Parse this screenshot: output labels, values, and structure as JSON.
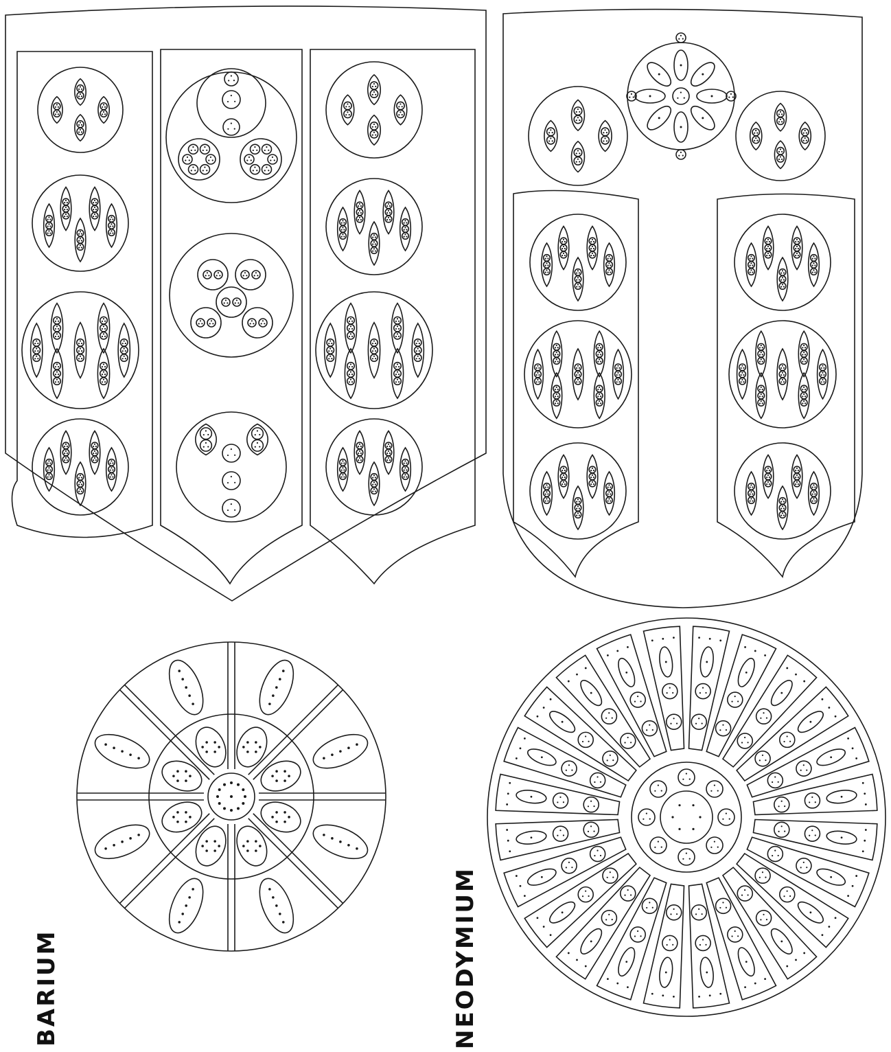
{
  "labels": {
    "barium": "BARIUM",
    "neodymium": "NEODYMIUM"
  },
  "colors": {
    "ink": "#1a1a1a",
    "paper": "#ffffff"
  },
  "figures": [
    {
      "name": "barium-shield",
      "element": "BARIUM",
      "view": "side elevation"
    },
    {
      "name": "barium-rosette",
      "element": "BARIUM",
      "view": "cross section",
      "spokes": 8
    },
    {
      "name": "neodymium-shield",
      "element": "NEODYMIUM",
      "view": "side elevation"
    },
    {
      "name": "neodymium-rosette",
      "element": "NEODYMIUM",
      "view": "cross section",
      "segments": 24
    }
  ]
}
